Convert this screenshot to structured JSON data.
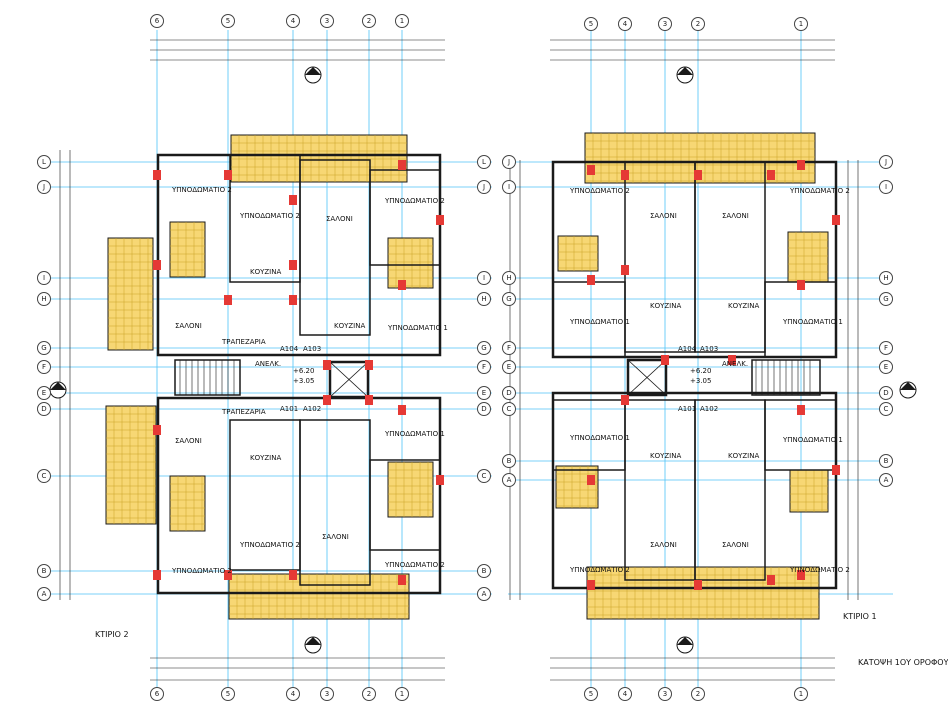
{
  "sheet": {
    "title_plan": "ΚΑΤΟΨΗ 1ΟΥ ΟΡΟΦΟΥ",
    "building_left": "ΚΤΙΡΙΟ 2",
    "building_right": "ΚΤΙΡΙΟ 1"
  },
  "colors": {
    "wall": "#1a1a1a",
    "grid": "#4fc3f7",
    "column": "#e53935",
    "tile": "#f7d774",
    "tile_line": "#c9a227"
  },
  "grid_axes": {
    "left_vertical": [
      "6",
      "5",
      "4",
      "3",
      "2",
      "1"
    ],
    "right_vertical": [
      "5",
      "4",
      "3",
      "2",
      "1"
    ],
    "horizontal_left": [
      "L",
      "J",
      "I",
      "H",
      "G",
      "F",
      "E",
      "D",
      "C",
      "B",
      "A"
    ],
    "horizontal_right": [
      "J",
      "I",
      "H",
      "G",
      "F",
      "E",
      "D",
      "C",
      "B",
      "A"
    ]
  },
  "rooms": {
    "bedroom_1": "ΥΠΝΟΔΩΜΑΤΙΟ 1",
    "bedroom_2": "ΥΠΝΟΔΩΜΑΤΙΟ 2",
    "living": "ΣΑΛΟΝΙ",
    "kitchen": "ΚΟΥΖΙΝΑ",
    "dining": "ΤΡΑΠΕΖΑΡΙΑ",
    "lift": "ΑΝΕΛΚ.",
    "level_a": "+6.20",
    "level_b": "+3.05",
    "apt_a": "Α101",
    "apt_b": "Α102",
    "apt_c": "Α103",
    "apt_d": "Α104"
  }
}
